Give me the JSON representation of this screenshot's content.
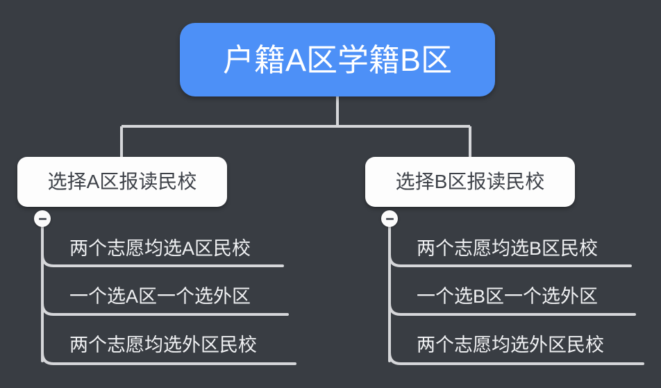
{
  "diagram": {
    "type": "mind-map",
    "background_color": "#393d43",
    "root": {
      "label": "户籍A区学籍B区",
      "color": "#4d90f7",
      "text_color": "#ffffff"
    },
    "branches": [
      {
        "label": "选择A区报读民校",
        "color": "#fdfdfd",
        "text_color": "#3d4148",
        "collapsed": false,
        "toggle_icon": "minus-icon",
        "leaves": [
          {
            "label": "两个志愿均选A区民校"
          },
          {
            "label": "一个选A区一个选外区"
          },
          {
            "label": "两个志愿均选外区民校"
          }
        ]
      },
      {
        "label": "选择B区报读民校",
        "color": "#fdfdfd",
        "text_color": "#3d4148",
        "collapsed": false,
        "toggle_icon": "minus-icon",
        "leaves": [
          {
            "label": "两个志愿均选B区民校"
          },
          {
            "label": "一个选B区一个选外区"
          },
          {
            "label": "两个志愿均选外区民校"
          }
        ]
      }
    ],
    "connector_color": "#d6d7da",
    "leaf_text_color": "#f0f1f3"
  }
}
